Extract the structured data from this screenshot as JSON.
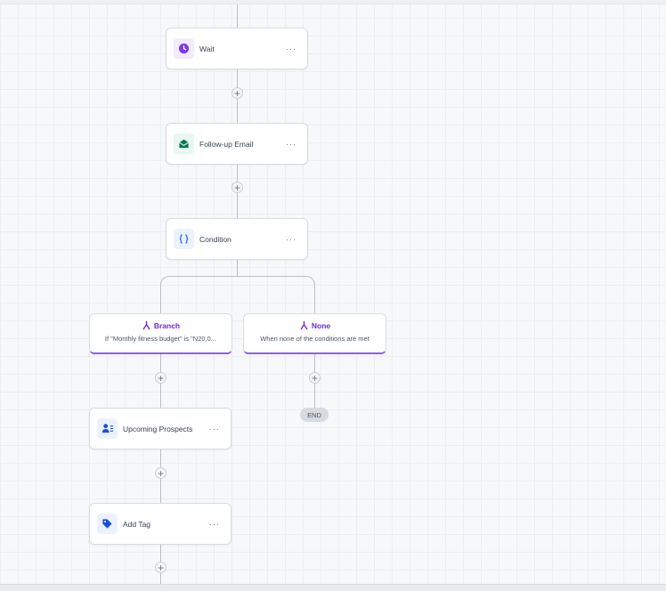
{
  "workflow": {
    "steps": {
      "wait": {
        "label": "Wait",
        "icon": "clock-icon",
        "color": "#7c3aed",
        "bg": "#f1ebff"
      },
      "email": {
        "label": "Follow-up Email",
        "icon": "envelope-open-icon",
        "color": "#047857",
        "bg": "#e8f7f0"
      },
      "condition": {
        "label": "Condition",
        "icon": "code-braces-icon",
        "color": "#2563eb",
        "bg": "#ebf2ff"
      },
      "prospects": {
        "label": "Upcoming Prospects",
        "icon": "user-list-icon",
        "color": "#1d4ed8",
        "bg": "#ebf2ff"
      },
      "tag": {
        "label": "Add Tag",
        "icon": "tag-icon",
        "color": "#1d4ed8",
        "bg": "#ebf2ff"
      }
    },
    "branches": [
      {
        "title": "Branch",
        "description": "If \"Monthly fitness budget\" is \"N20,0...",
        "icon": "branch-fork-icon"
      },
      {
        "title": "None",
        "description": "When none of the conditions are met",
        "icon": "branch-fork-icon"
      }
    ],
    "end_label": "END",
    "more_label": "···",
    "add_label": "+",
    "accent": "#8b5cf6"
  }
}
